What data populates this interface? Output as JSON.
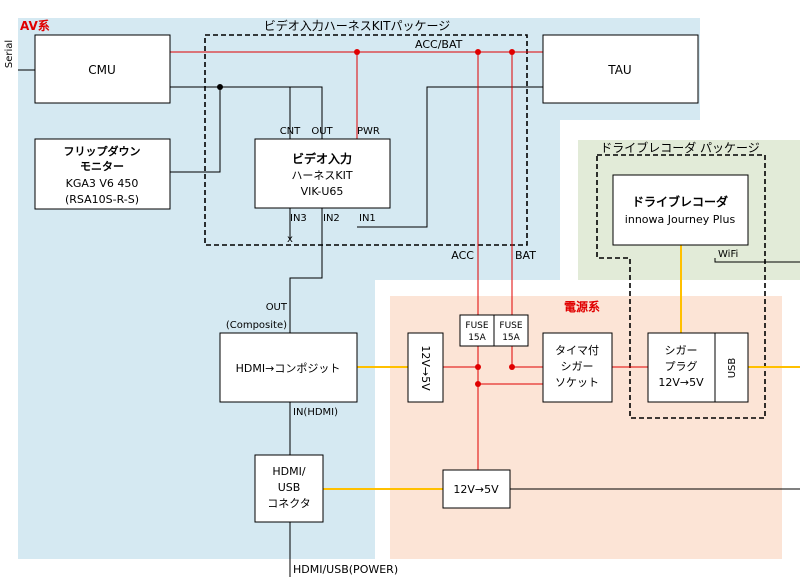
{
  "sections": {
    "av": "AV系",
    "power": "電源系",
    "kit_package": "ビデオ入力ハーネスKITパッケージ",
    "recorder_package": "ドライブレコーダ パッケージ"
  },
  "nodes": {
    "cmu": "CMU",
    "tau": "TAU",
    "monitor": [
      "フリップダウン",
      "モニター",
      "KGA3 V6 450",
      "(RSA10S-R-S)"
    ],
    "vik": [
      "ビデオ入力",
      "ハーネスKIT",
      "VIK-U65"
    ],
    "recorder": [
      "ドライブレコーダ",
      "innowa Journey Plus"
    ],
    "hdmi_composite": "HDMI→コンポジット",
    "hdmi_usb": [
      "HDMI/",
      "USB",
      "コネクタ"
    ],
    "conv_v1": "12V→5V",
    "conv_h": "12V→5V",
    "fuse_acc": [
      "FUSE",
      "15A"
    ],
    "fuse_bat": [
      "FUSE",
      "15A"
    ],
    "timer": [
      "タイマ付",
      "シガー",
      "ソケット"
    ],
    "cigar": [
      "シガー",
      "プラグ",
      "12V→5V"
    ],
    "usb": "USB"
  },
  "ports": {
    "cnt": "CNT",
    "out": "OUT",
    "pwr": "PWR",
    "in1": "IN1",
    "in2": "IN2",
    "in3": "IN3"
  },
  "labels": {
    "serial": "Serial",
    "acc_bat": "ACC/BAT",
    "acc": "ACC",
    "bat": "BAT",
    "out_composite": [
      "OUT",
      "(Composite)"
    ],
    "in_hdmi": "IN(HDMI)",
    "wifi": "WiFi",
    "hdmi_usb_power": "HDMI/USB(POWER)"
  },
  "colors": {
    "av_bg": "#d5e9f2",
    "power_bg": "#fce4d6",
    "recorder_bg": "#e2ebd8",
    "power_line": "#e00000",
    "usb_line": "#ffc000",
    "title_red": "#e00000"
  }
}
